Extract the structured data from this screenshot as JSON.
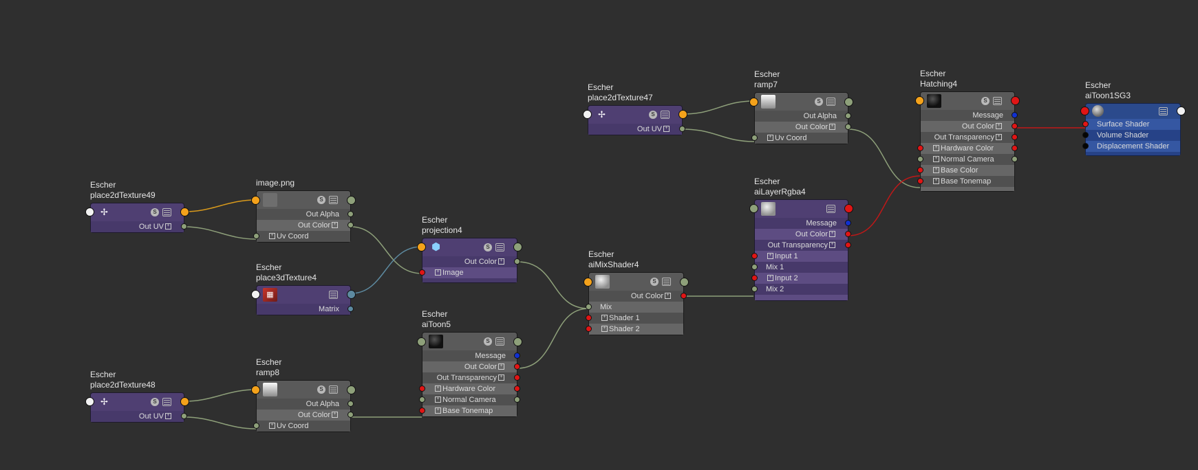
{
  "nodes": {
    "p49": {
      "prefix": "Escher",
      "name": "place2dTexture49",
      "out": "Out UV"
    },
    "image": {
      "name": "image.png",
      "out_alpha": "Out Alpha",
      "out_color": "Out Color",
      "uv_coord": "Uv Coord"
    },
    "p3d": {
      "prefix": "Escher",
      "name": "place3dTexture4",
      "matrix": "Matrix"
    },
    "proj": {
      "prefix": "Escher",
      "name": "projection4",
      "out_color": "Out Color",
      "image_attr": "Image"
    },
    "p48": {
      "prefix": "Escher",
      "name": "place2dTexture48",
      "out": "Out UV"
    },
    "ramp8": {
      "prefix": "Escher",
      "name": "ramp8",
      "out_alpha": "Out Alpha",
      "out_color": "Out Color",
      "uv_coord": "Uv Coord"
    },
    "toon5": {
      "prefix": "Escher",
      "name": "aiToon5",
      "message": "Message",
      "out_color": "Out Color",
      "out_transparency": "Out Transparency",
      "hardware_color": "Hardware Color",
      "normal_camera": "Normal Camera",
      "base_tonemap": "Base Tonemap"
    },
    "mix": {
      "prefix": "Escher",
      "name": "aiMixShader4",
      "out_color": "Out Color",
      "mix": "Mix",
      "shader1": "Shader 1",
      "shader2": "Shader 2"
    },
    "p47": {
      "prefix": "Escher",
      "name": "place2dTexture47",
      "out": "Out UV"
    },
    "ramp7": {
      "prefix": "Escher",
      "name": "ramp7",
      "out_alpha": "Out Alpha",
      "out_color": "Out Color",
      "uv_coord": "Uv Coord"
    },
    "layer": {
      "prefix": "Escher",
      "name": "aiLayerRgba4",
      "message": "Message",
      "out_color": "Out Color",
      "out_transparency": "Out Transparency",
      "input1": "Input 1",
      "mix1": "Mix 1",
      "input2": "Input 2",
      "mix2": "Mix 2"
    },
    "hatch": {
      "prefix": "Escher",
      "name": "Hatching4",
      "message": "Message",
      "out_color": "Out Color",
      "out_transparency": "Out Transparency",
      "hardware_color": "Hardware Color",
      "normal_camera": "Normal Camera",
      "base_color": "Base Color",
      "base_tonemap": "Base Tonemap"
    },
    "sg": {
      "prefix": "Escher",
      "name": "aiToon1SG3",
      "surface": "Surface Shader",
      "volume": "Volume Shader",
      "displacement": "Displacement Shader"
    }
  },
  "icons": {
    "shading_toggle": "S",
    "expand": "+",
    "place2d": "place2d-texture-icon",
    "place3d": "place3d-texture-icon",
    "projection": "projection-icon",
    "shading_group": "shading-group-icon"
  },
  "colors": {
    "background": "#2f2f2f",
    "node_gray": "#5a5a5a",
    "node_purple": "#4f3f72",
    "node_blue": "#2b4a8c",
    "wire_orange": "#d99a1c",
    "wire_green": "#8ea07a",
    "wire_red": "#c01818",
    "wire_teal": "#5d8aa0"
  }
}
